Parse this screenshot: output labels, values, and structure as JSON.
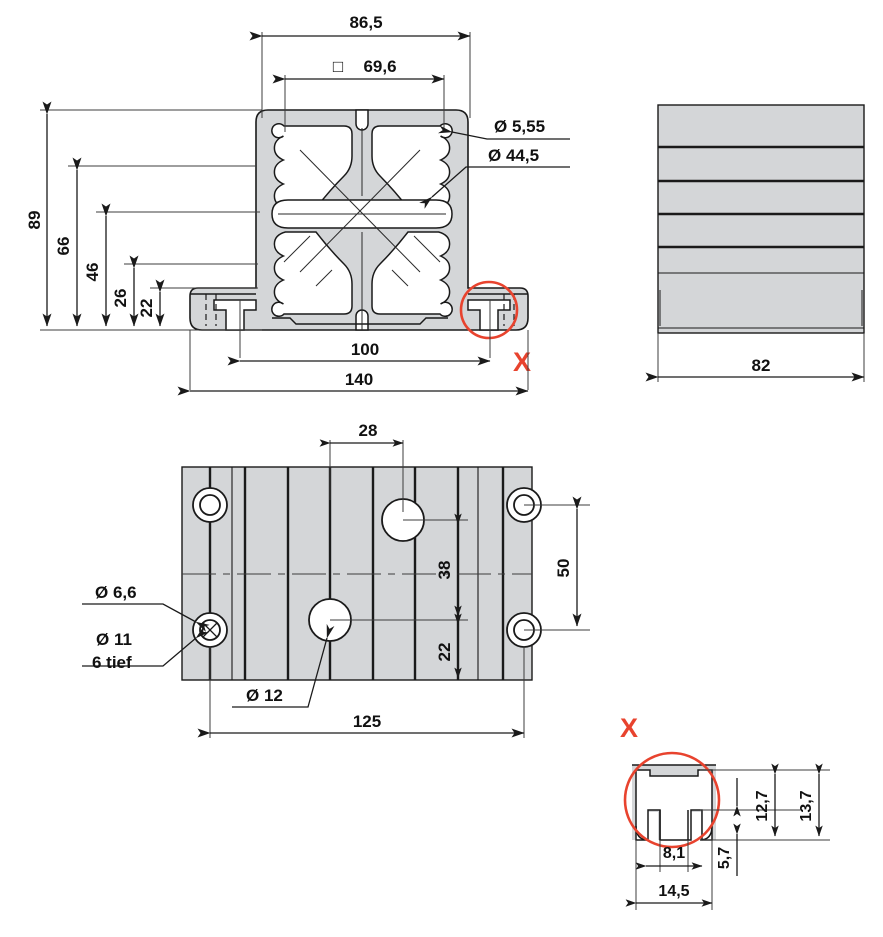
{
  "drawing": {
    "title": "Aluminium profile technical drawing",
    "colors": {
      "fill": "#d4d6d8",
      "line": "#1a1a1a",
      "thin": "#3c3c3c",
      "accent": "#e8432e"
    },
    "views": [
      {
        "id": "front-section-view",
        "name": "front-cross-section-view"
      },
      {
        "id": "side-view",
        "name": "side-elevation-view"
      },
      {
        "id": "plan-view",
        "name": "top-plan-view"
      },
      {
        "id": "detail-x-view",
        "name": "detail-x-view"
      }
    ]
  },
  "front_view": {
    "dimensions": {
      "overall_width": "86,5",
      "square_core": "69,6",
      "square_symbol": "□",
      "height_total": "89",
      "height_66": "66",
      "height_46": "46",
      "height_26": "26",
      "height_22": "22",
      "base_inner": "100",
      "base_total": "140"
    },
    "callouts": {
      "bore_small": "Ø 5,55",
      "bore_large": "Ø 44,5"
    },
    "detail_marker": "X"
  },
  "side_view": {
    "dimensions": {
      "width": "82"
    }
  },
  "plan_view": {
    "dimensions": {
      "offset_28": "28",
      "dim_38": "38",
      "dim_22": "22",
      "dim_50": "50",
      "length_125": "125"
    },
    "callouts": {
      "hole_66": "Ø 6,6",
      "counterbore": "Ø 11",
      "counterbore_depth": "6 tief",
      "hole_12": "Ø 12"
    }
  },
  "detail_x": {
    "label": "X",
    "dimensions": {
      "slot_width": "8,1",
      "outer_width": "14,5",
      "depth_12_7": "12,7",
      "depth_13_7": "13,7",
      "depth_5_7": "5,7"
    }
  }
}
